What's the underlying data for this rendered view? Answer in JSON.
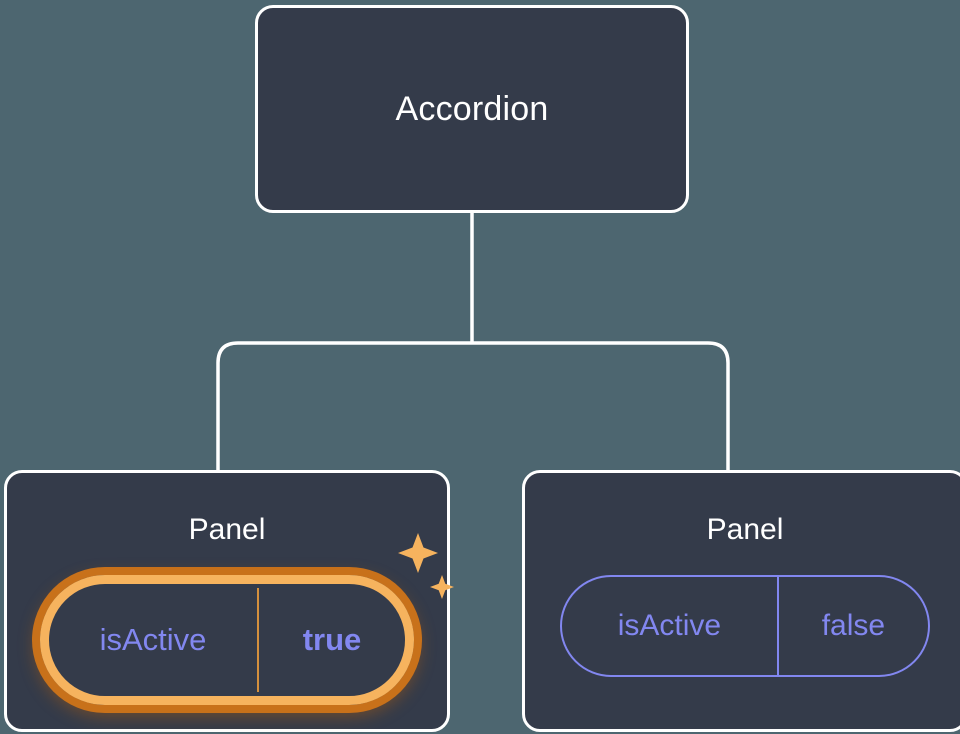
{
  "canvas": {
    "background_color": "#4d6670",
    "node_fill_color": "#343b4a",
    "node_border_color": "#ffffff",
    "connector_color": "#ffffff",
    "prop_text_color": "#8287f0",
    "highlight_inner_color": "#f6b35e",
    "highlight_outer_color": "#c8711a",
    "sparkle_color": "#f6b35e"
  },
  "tree": {
    "root": {
      "title": "Accordion"
    },
    "children": [
      {
        "title": "Panel",
        "highlighted": true,
        "prop": {
          "key": "isActive",
          "value": "true"
        },
        "sparkle_big_icon": "sparkle-icon",
        "sparkle_small_icon": "sparkle-icon"
      },
      {
        "title": "Panel",
        "highlighted": false,
        "prop": {
          "key": "isActive",
          "value": "false"
        }
      }
    ]
  }
}
